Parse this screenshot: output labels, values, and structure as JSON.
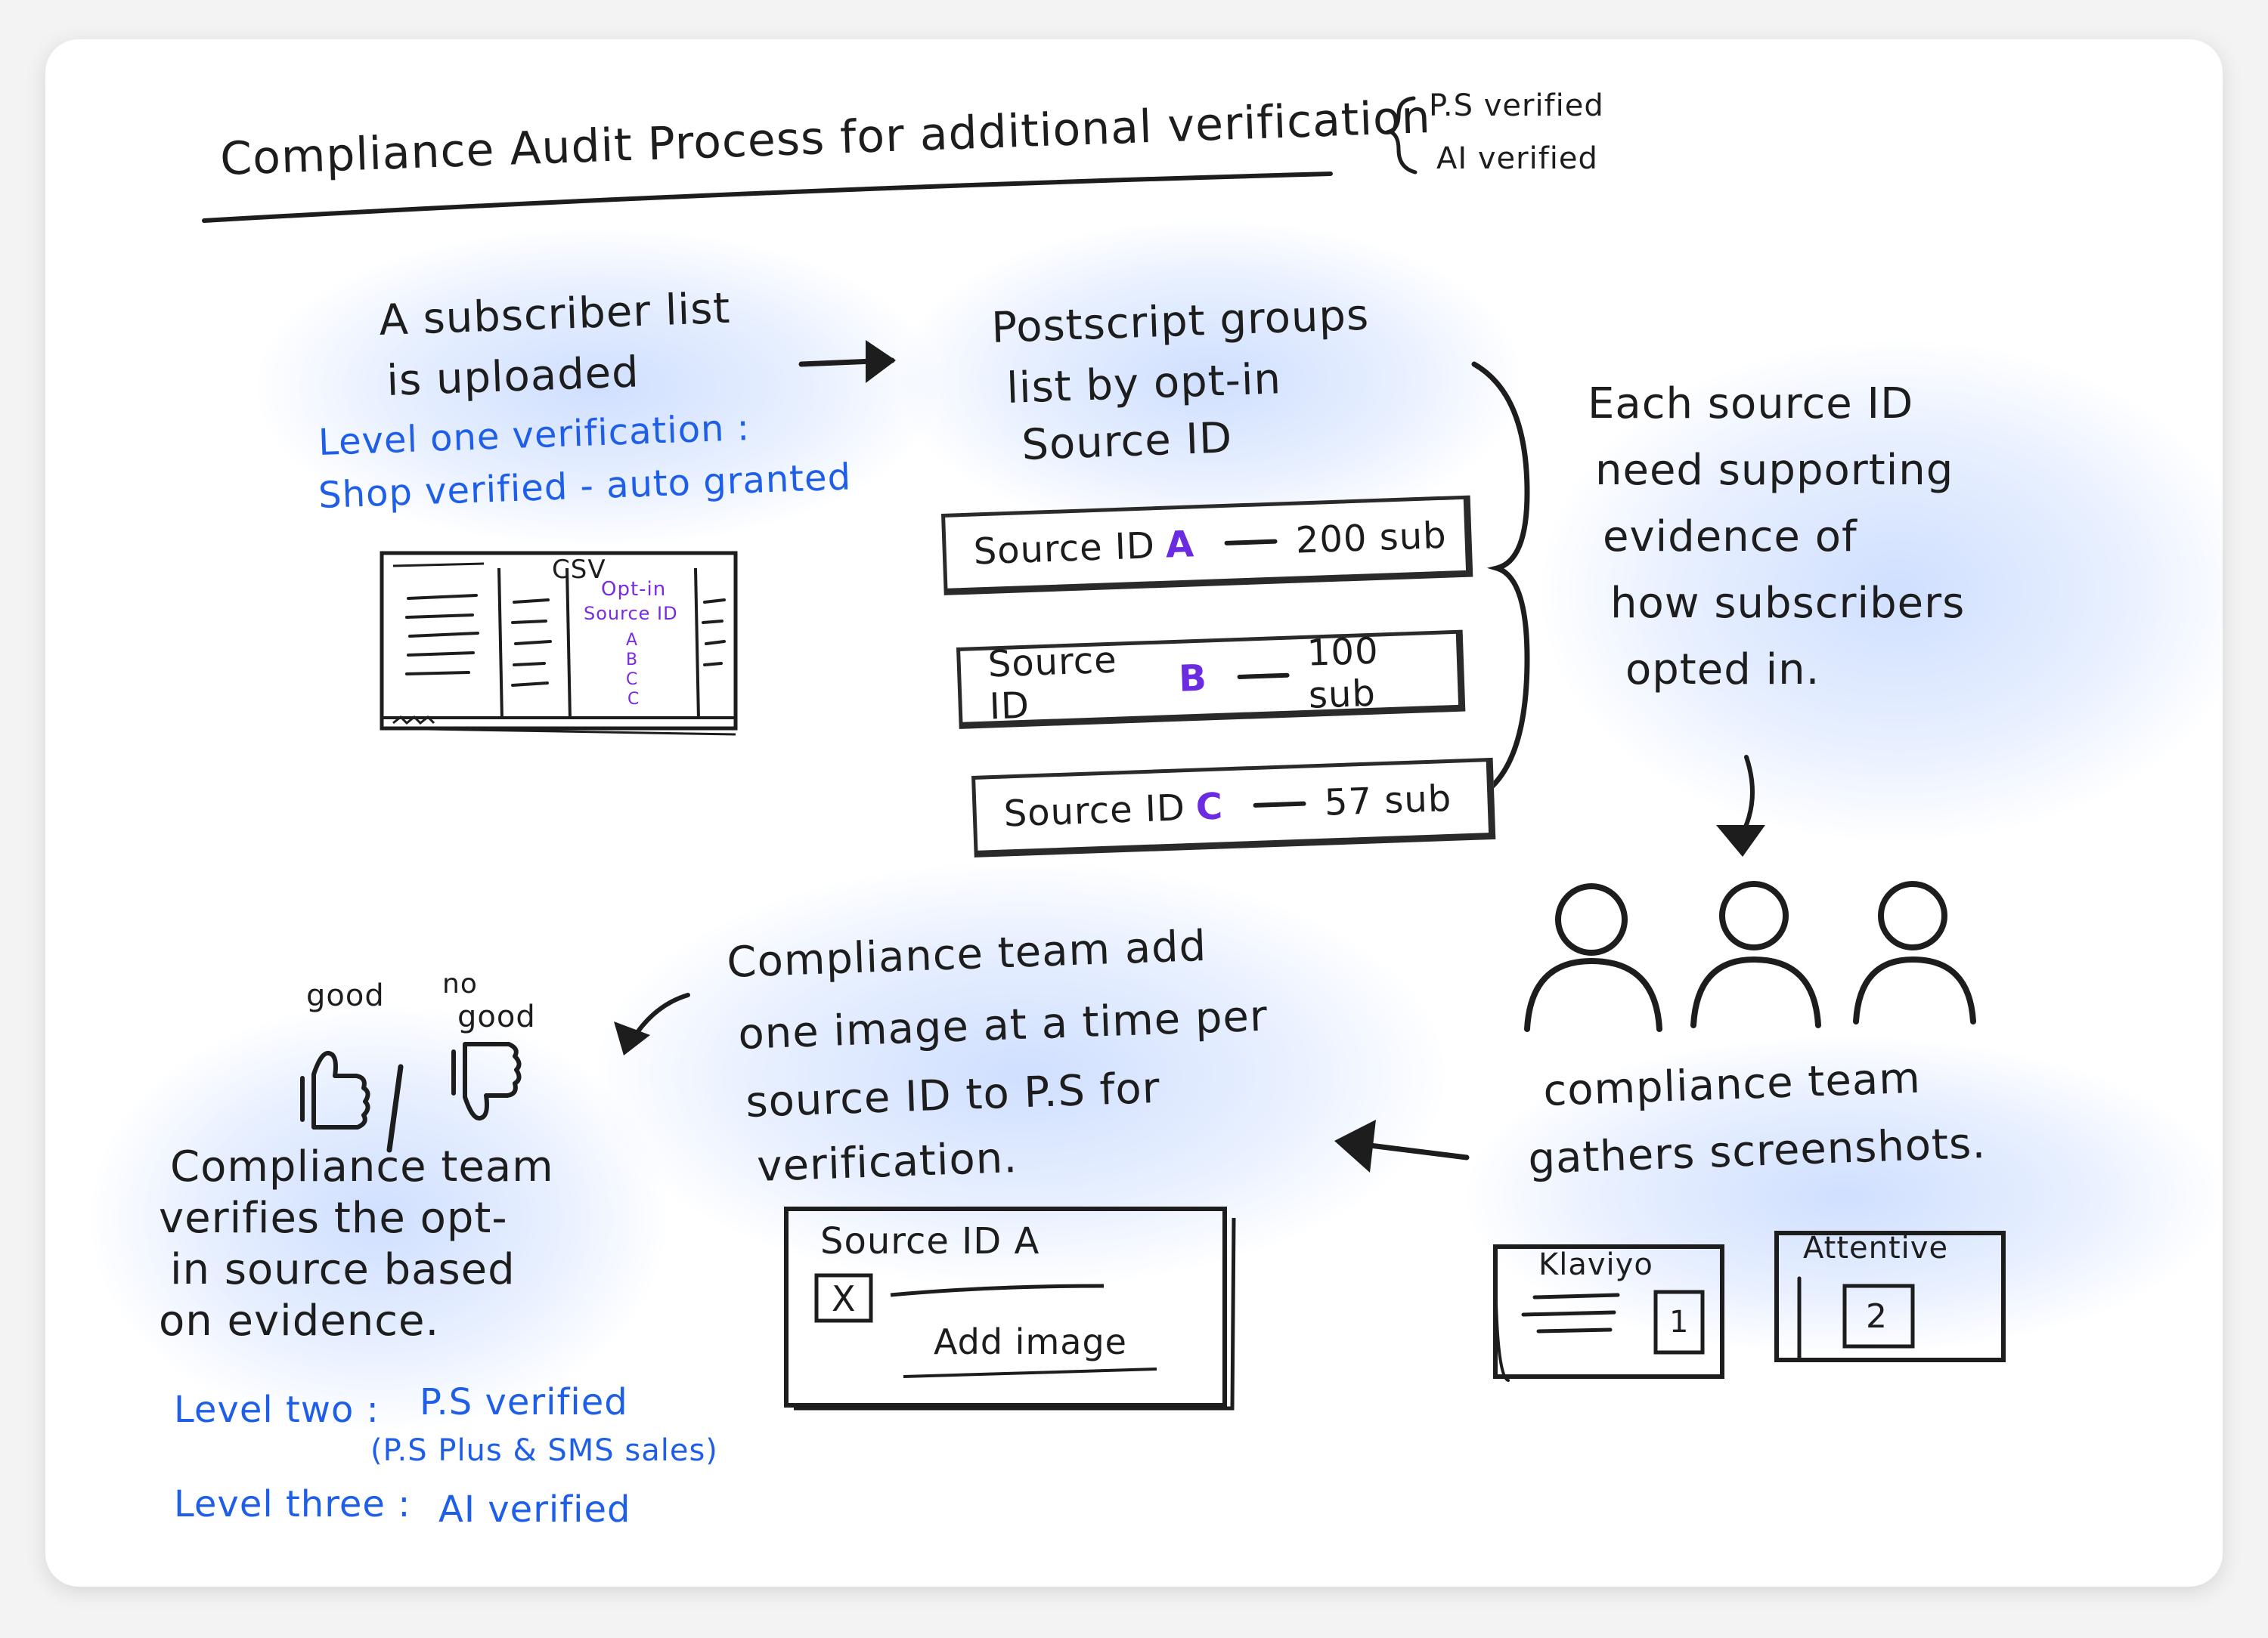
{
  "title": "Compliance Audit Process for additional verification",
  "verification_types": [
    "P.S verified",
    "AI verified"
  ],
  "upload_step": {
    "text": [
      "A subscriber list",
      "is uploaded"
    ],
    "level_one": [
      "Level one verification :",
      "Shop verified - auto granted"
    ]
  },
  "csv": {
    "label": "CSV",
    "column_header": [
      "Opt-in",
      "Source ID"
    ],
    "letters": [
      "A",
      "B",
      "C",
      "C"
    ]
  },
  "grouping_step": [
    "Postscript groups",
    "list by opt-in",
    "Source ID"
  ],
  "sources": [
    {
      "prefix": "Source ID",
      "letter": "A",
      "count": "200 sub"
    },
    {
      "prefix": "Source ID",
      "letter": "B",
      "count": "100 sub"
    },
    {
      "prefix": "Source ID",
      "letter": "C",
      "count": "57 sub"
    }
  ],
  "evidence_note": [
    "Each source ID",
    "need supporting",
    "evidence of",
    "how subscribers",
    "opted in."
  ],
  "gather_step": [
    "compliance team",
    "gathers screenshots."
  ],
  "screenshot_cards": [
    {
      "label": "Klaviyo",
      "number": "1"
    },
    {
      "label": "Attentive",
      "number": "2"
    }
  ],
  "add_image_step": [
    "Compliance team add",
    "one image at a time per",
    "source ID to P.S for",
    "verification."
  ],
  "add_image_card": {
    "title": "Source ID A",
    "close": "X",
    "action": "Add image"
  },
  "verify_labels": {
    "good": "good",
    "no_good": [
      "no",
      "good"
    ]
  },
  "verify_step": [
    "Compliance team",
    "verifies the opt-",
    "in source based",
    "on evidence."
  ],
  "levels": {
    "two_label": "Level two :",
    "two_value": "P.S verified",
    "two_note": "(P.S Plus & SMS sales)",
    "three_label": "Level three :",
    "three_value": "AI verified"
  },
  "colors": {
    "accent_blue": "#1f5fe8",
    "accent_purple": "#7a2be2",
    "glow": "#c4d8ff",
    "ink": "#1d1d1d"
  }
}
